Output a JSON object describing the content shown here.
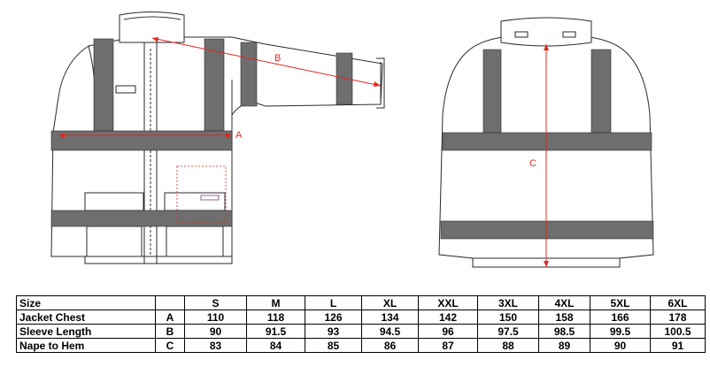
{
  "diagram": {
    "measure_labels": {
      "chest": "A",
      "sleeve": "B",
      "nape": "C"
    },
    "colors": {
      "measure_line": "#e0281e",
      "reflective_band": "#6e6e6e",
      "outline": "#2a2a2a"
    }
  },
  "table": {
    "header": [
      "Size",
      "",
      "S",
      "M",
      "L",
      "XL",
      "XXL",
      "3XL",
      "4XL",
      "5XL",
      "6XL"
    ],
    "rows": [
      {
        "label": "Jacket Chest",
        "code": "A",
        "values": [
          "110",
          "118",
          "126",
          "134",
          "142",
          "150",
          "158",
          "166",
          "178"
        ]
      },
      {
        "label": "Sleeve Length",
        "code": "B",
        "values": [
          "90",
          "91.5",
          "93",
          "94.5",
          "96",
          "97.5",
          "98.5",
          "99.5",
          "100.5"
        ]
      },
      {
        "label": "Nape to Hem",
        "code": "C",
        "values": [
          "83",
          "84",
          "85",
          "86",
          "87",
          "88",
          "89",
          "90",
          "91"
        ]
      }
    ]
  }
}
